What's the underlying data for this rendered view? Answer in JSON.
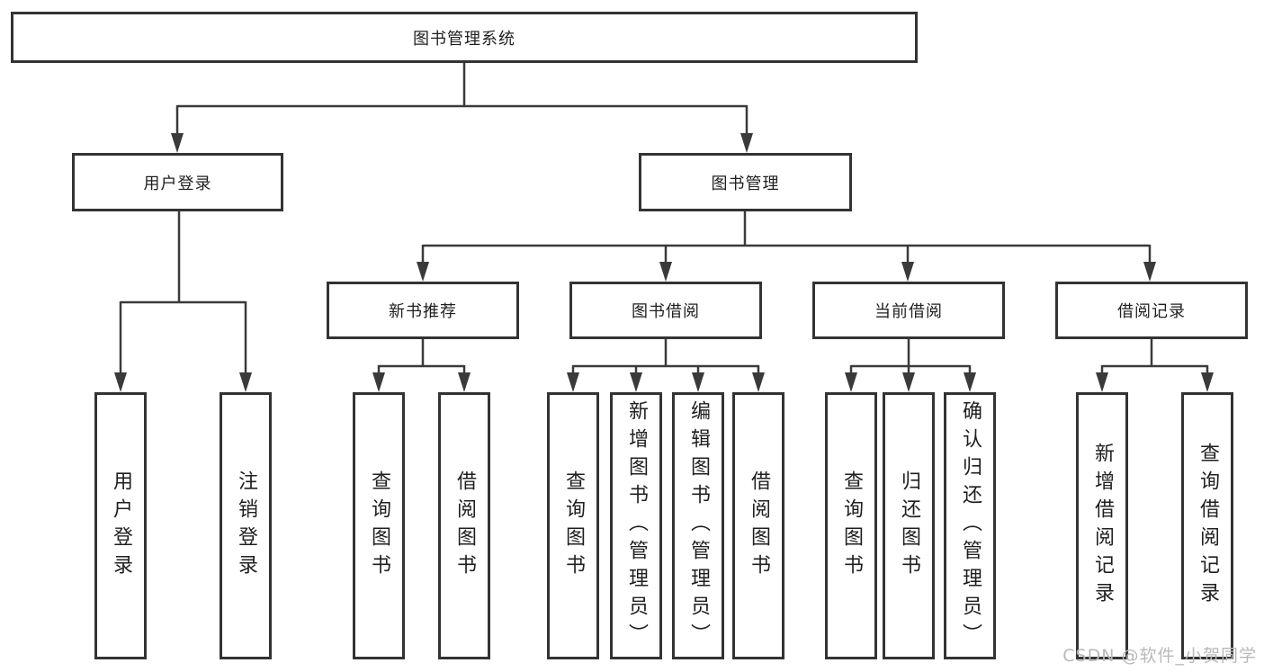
{
  "tree": {
    "root": "图书管理系统",
    "children": [
      {
        "label": "用户登录",
        "children": [
          "用户登录",
          "注销登录"
        ]
      },
      {
        "label": "图书管理",
        "children": [
          {
            "label": "新书推荐",
            "children": [
              "查询图书",
              "借阅图书"
            ]
          },
          {
            "label": "图书借阅",
            "children": [
              "查询图书",
              "新增图书（管理员）",
              "编辑图书（管理员）",
              "借阅图书"
            ]
          },
          {
            "label": "当前借阅",
            "children": [
              "查询图书",
              "归还图书",
              "确认归还（管理员）"
            ]
          },
          {
            "label": "借阅记录",
            "children": [
              "新增借阅记录",
              "查询借阅记录"
            ]
          }
        ]
      }
    ]
  },
  "watermark": "CSDN @软件_小贺同学",
  "colors": {
    "line": "#3a3a3a",
    "border": "#333333",
    "text": "#1f1f1f",
    "watermark": "#b9b9b9"
  }
}
